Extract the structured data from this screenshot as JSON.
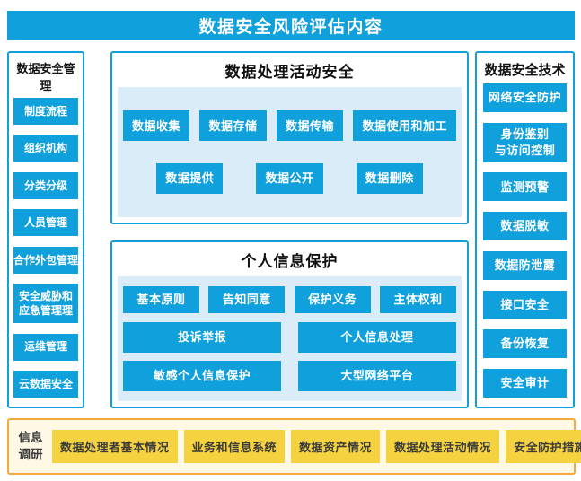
{
  "banner": {
    "title": "数据安全风险评估内容"
  },
  "left_panel": {
    "title": "数据安全管理",
    "items": [
      "制度流程",
      "组织机构",
      "分类分级",
      "人员管理",
      "合作外包管理",
      "安全威胁和\n应急管理理",
      "运维管理",
      "云数据安全"
    ]
  },
  "process_panel": {
    "title": "数据处理活动安全",
    "row1": [
      "数据收集",
      "数据存储",
      "数据传输",
      "数据使用和加工"
    ],
    "row2": [
      "数据提供",
      "数据公开",
      "数据删除"
    ]
  },
  "personal_panel": {
    "title": "个人信息保护",
    "row1": [
      "基本原则",
      "告知同意",
      "保护义务",
      "主体权利"
    ],
    "row2": [
      "投诉举报",
      "个人信息处理"
    ],
    "row3": [
      "敏感个人信息保护",
      "大型网络平台"
    ]
  },
  "right_panel": {
    "title": "数据安全技术",
    "items": [
      "网络安全防护",
      "身份鉴别\n与访问控制",
      "监测预警",
      "数据脱敏",
      "数据防泄露",
      "接口安全",
      "备份恢复",
      "安全审计"
    ]
  },
  "bottom_bar": {
    "title": "信息\n调研",
    "items": [
      "数据处理者基本情况",
      "业务和信息系统",
      "数据资产情况",
      "数据处理活动情况",
      "安全防护措施"
    ]
  },
  "colors": {
    "primary_blue": "#10A0DC",
    "panel_light_blue": "#D9ECF7",
    "yellow_bar_background": "#FEF8E4",
    "yellow_bar_border": "#F5A83E",
    "yellow_button": "#F5D340",
    "dark_text": "#111111",
    "white_text": "#FFFFFF"
  }
}
